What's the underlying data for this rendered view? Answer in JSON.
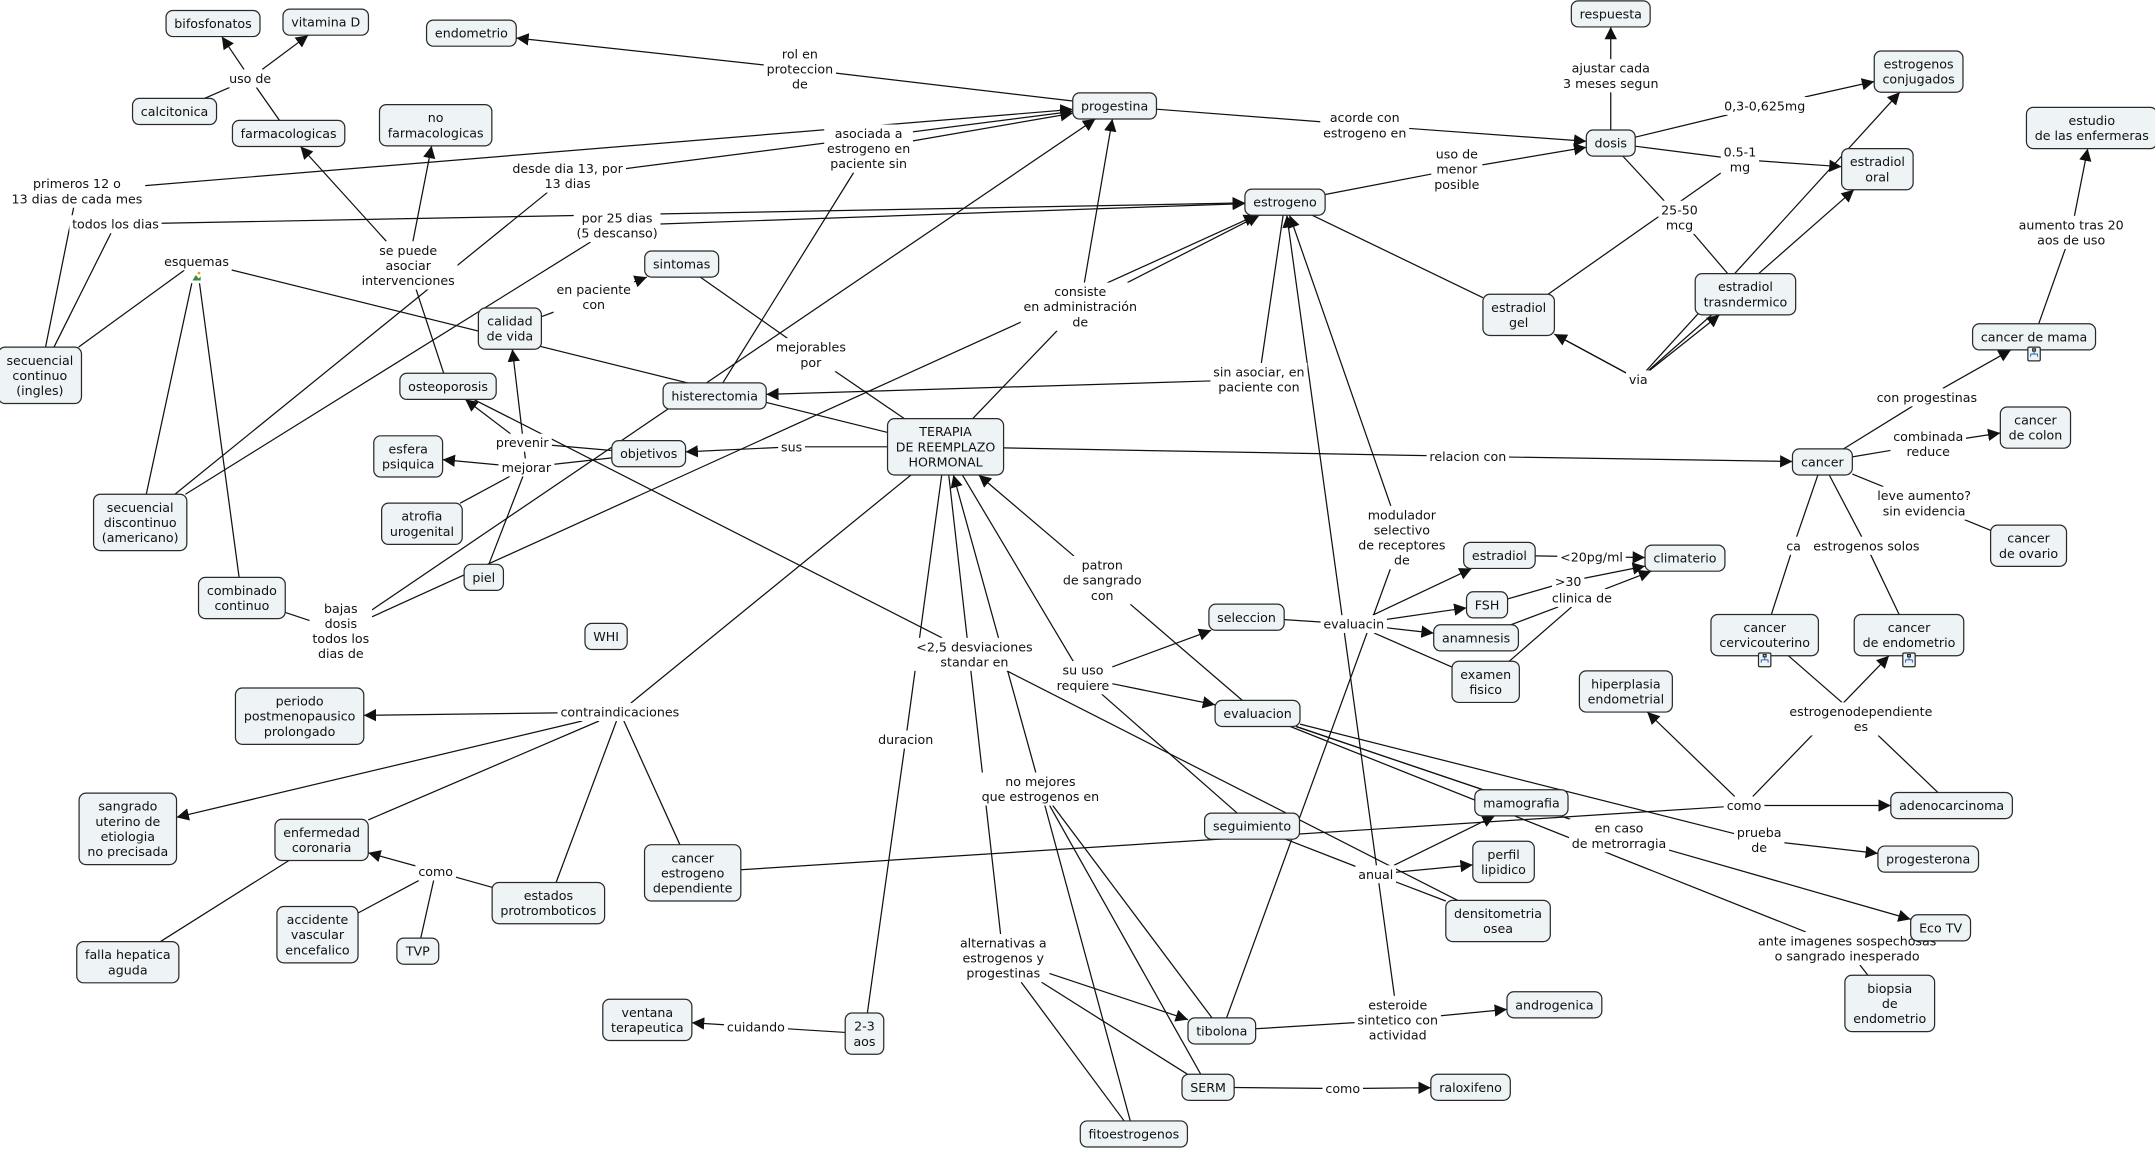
{
  "concepts": {
    "bifosfonatos": "bifosfonatos",
    "vitaminad": "vitamina D",
    "endometrio": "endometrio",
    "respuesta": "respuesta",
    "conjugados": "estrogenos\nconjugados",
    "enfermeras": "estudio\nde las enfermeras",
    "calcitonica": "calcitonica",
    "farmacologicas": "farmacologicas",
    "nofarmacologicas": "no\nfarmacologicas",
    "progestina": "progestina",
    "dosis": "dosis",
    "estradioloral": "estradiol\noral",
    "estrogeno": "estrogeno",
    "sintomas": "sintomas",
    "calidad": "calidad\nde vida",
    "estradiolgel": "estradiol\ngel",
    "trasndermico": "estradiol\ntrasndermico",
    "mama": "cancer de mama",
    "seccontinuo": "secuencial\ncontinuo\n(ingles)",
    "osteoporosis": "osteoporosis",
    "histerectomia": "histerectomia",
    "terapia": "TERAPIA\nDE REEMPLAZO\nHORMONAL",
    "objetivos": "objetivos",
    "esfera": "esfera\npsiquica",
    "colon": "cancer\nde colon",
    "cancer": "cancer",
    "atrofia": "atrofia\nurogenital",
    "secdiscontinuo": "secuencial\ndiscontinuo\n(americano)",
    "ovario": "cancer\nde ovario",
    "estradiol": "estradiol",
    "climaterio": "climaterio",
    "piel": "piel",
    "combinado": "combinado\ncontinuo",
    "fsh": "FSH",
    "seleccion": "seleccion",
    "anamnesis": "anamnesis",
    "whi": "WHI",
    "cervico": "cancer\ncervicouterino",
    "cendometrio": "cancer\nde endometrio",
    "examen": "examen\nfisico",
    "hiperplasia": "hiperplasia\nendometrial",
    "evaluacion": "evaluacion",
    "periodo": "periodo\npostmenopausico\nprolongado",
    "adenocarcinoma": "adenocarcinoma",
    "mamografia": "mamografia",
    "sangrado": "sangrado\nuterino de\netiologia\nno precisada",
    "seguimiento": "seguimiento",
    "coronaria": "enfermedad\ncoronaria",
    "perfil": "perfil\nlipidico",
    "progesterona": "progesterona",
    "cancerdep": "cancer\nestrogeno\ndependiente",
    "protromboticos": "estados\nprotromboticos",
    "densitometria": "densitometria\nosea",
    "accidente": "accidente\nvascular\nencefalico",
    "ecotv": "Eco TV",
    "tvp": "TVP",
    "falla": "falla hepatica\naguda",
    "biopsia": "biopsia\nde\nendometrio",
    "androgenica": "androgenica",
    "ventana": "ventana\nterapeutica",
    "aos": "2-3\naos",
    "tibolona": "tibolona",
    "serm": "SERM",
    "raloxifeno": "raloxifeno",
    "fitoestrogenos": "fitoestrogenos"
  },
  "phrases": {
    "usode": "uso de",
    "rolen": "rol en\nproteccion\nde",
    "ajustar": "ajustar cada\n3 meses segun",
    "acorde": "acorde con\nestrogeno en",
    "dosis1": "0,3-0,625mg",
    "dosis2": "0.5-1\nmg",
    "menor": "uso de\nmenor\nposible",
    "dosis3": "25-50\nmcg",
    "aumento": "aumento tras 20\naos de uso",
    "primeros": "primeros 12 o\n13 dias de cada mes",
    "desde": "desde dia 13, por\n13 dias",
    "asociada": "asociada a\nestrogeno en\npaciente sin",
    "todos": "todos los dias",
    "por25": "por 25 dias\n(5 descanso)",
    "esquemas": "esquemas",
    "sepuede": "se puede\nasociar\nintervenciones",
    "enpaciente": "en paciente\ncon",
    "consiste": "consiste\nen administración\nde",
    "mejorables": "mejorables\npor",
    "sinasociar": "sin asociar, en\npaciente con",
    "via": "via",
    "conprog": "con progestinas",
    "combinada": "combinada\nreduce",
    "sus": "sus",
    "relacion": "relacion con",
    "prevenir": "prevenir",
    "mejorar": "mejorar",
    "leve": "leve aumento?\nsin evidencia",
    "ca": "ca",
    "estsolos": "estrogenos solos",
    "modulador": "modulador\nselectivo\nde receptores\nde",
    "menor20": "<20pg/ml",
    "mayor30": ">30",
    "clinica": "clinica de",
    "patron": "patron\nde sangrado\ncon",
    "bajas": "bajas\ndosis\ntodos los\ndias de",
    "evaluacin": "evaluacin",
    "desviaciones": "<2,5 desviaciones\nstandar en",
    "suuso": "su uso\nrequiere",
    "estrodep": "estrogenodependiente\nes",
    "contra": "contraindicaciones",
    "duracion": "duracion",
    "nomejores": "no mejores\nque estrogenos en",
    "como1": "como",
    "metrorragia": "en caso\nde metrorragia",
    "prueba": "prueba\nde",
    "como2": "como",
    "anual": "anual",
    "ante": "ante imagenes sospechosas\no sangrado inesperado",
    "alternativas": "alternativas a\nestrogenos y\nprogestinas",
    "cuidando": "cuidando",
    "esteroide": "esteroide\nsintetico con\nactividad",
    "como3": "como"
  },
  "resource_icons": {
    "mama": "cmap-link-icon",
    "cervico": "cmap-link-icon",
    "cendometrio": "cmap-link-icon",
    "esquemas": "image-icon"
  },
  "links": [
    [
      "farmacologicas",
      "usode",
      0
    ],
    [
      "usode",
      "bifosfonatos",
      1
    ],
    [
      "usode",
      "vitaminad",
      1
    ],
    [
      "usode",
      "calcitonica",
      0
    ],
    [
      "progestina",
      "rolen",
      0
    ],
    [
      "rolen",
      "endometrio",
      1
    ],
    [
      "seccontinuo",
      "primeros",
      0
    ],
    [
      "primeros",
      "progestina",
      1
    ],
    [
      "seccontinuo",
      "todos",
      0
    ],
    [
      "todos",
      "estrogeno",
      1
    ],
    [
      "secdiscontinuo",
      "desde",
      0
    ],
    [
      "desde",
      "progestina",
      1
    ],
    [
      "secdiscontinuo",
      "por25",
      0
    ],
    [
      "por25",
      "estrogeno",
      1
    ],
    [
      "histerectomia",
      "asociada",
      0
    ],
    [
      "asociada",
      "progestina",
      1
    ],
    [
      "seccontinuo",
      "esquemas",
      0
    ],
    [
      "secdiscontinuo",
      "esquemas",
      0
    ],
    [
      "combinado",
      "esquemas",
      0
    ],
    [
      "esquemas",
      "terapia",
      0
    ],
    [
      "combinado",
      "bajas",
      0
    ],
    [
      "bajas",
      "estrogeno",
      1
    ],
    [
      "bajas",
      "progestina",
      1
    ],
    [
      "terapia",
      "sus",
      0
    ],
    [
      "sus",
      "objetivos",
      1
    ],
    [
      "objetivos",
      "prevenir",
      0
    ],
    [
      "prevenir",
      "osteoporosis",
      1
    ],
    [
      "objetivos",
      "mejorar",
      0
    ],
    [
      "mejorar",
      "esfera",
      1
    ],
    [
      "mejorar",
      "calidad",
      1
    ],
    [
      "mejorar",
      "atrofia",
      0
    ],
    [
      "mejorar",
      "piel",
      0
    ],
    [
      "osteoporosis",
      "sepuede",
      0
    ],
    [
      "sepuede",
      "farmacologicas",
      1
    ],
    [
      "sepuede",
      "nofarmacologicas",
      1
    ],
    [
      "calidad",
      "enpaciente",
      0
    ],
    [
      "enpaciente",
      "sintomas",
      1
    ],
    [
      "sintomas",
      "mejorables",
      0
    ],
    [
      "mejorables",
      "terapia",
      0
    ],
    [
      "terapia",
      "consiste",
      0
    ],
    [
      "consiste",
      "progestina",
      1
    ],
    [
      "consiste",
      "estrogeno",
      1
    ],
    [
      "estrogeno",
      "sinasociar",
      0
    ],
    [
      "sinasociar",
      "histerectomia",
      1
    ],
    [
      "estrogeno",
      "menor",
      0
    ],
    [
      "menor",
      "dosis",
      1
    ],
    [
      "progestina",
      "acorde",
      0
    ],
    [
      "acorde",
      "dosis",
      1
    ],
    [
      "dosis",
      "ajustar",
      0
    ],
    [
      "ajustar",
      "respuesta",
      1
    ],
    [
      "dosis",
      "dosis1",
      0
    ],
    [
      "dosis1",
      "conjugados",
      1
    ],
    [
      "dosis",
      "dosis2",
      0
    ],
    [
      "dosis2",
      "estradioloral",
      1
    ],
    [
      "estradiolgel",
      "dosis2",
      0
    ],
    [
      "dosis",
      "dosis3",
      0
    ],
    [
      "dosis3",
      "trasndermico",
      0
    ],
    [
      "estrogeno",
      "estradiolgel",
      0
    ],
    [
      "estradiolgel",
      "via",
      0
    ],
    [
      "via",
      "estradiolgel",
      1
    ],
    [
      "via",
      "trasndermico",
      1
    ],
    [
      "via",
      "conjugados",
      1
    ],
    [
      "via",
      "estradioloral",
      1
    ],
    [
      "terapia",
      "relacion",
      0
    ],
    [
      "relacion",
      "cancer",
      1
    ],
    [
      "cancer",
      "conprog",
      0
    ],
    [
      "conprog",
      "mama",
      1
    ],
    [
      "mama",
      "aumento",
      0
    ],
    [
      "aumento",
      "enfermeras",
      1
    ],
    [
      "cancer",
      "combinada",
      0
    ],
    [
      "combinada",
      "colon",
      1
    ],
    [
      "cancer",
      "leve",
      0
    ],
    [
      "leve",
      "ovario",
      0
    ],
    [
      "cancer",
      "ca",
      0
    ],
    [
      "ca",
      "cervico",
      0
    ],
    [
      "cancer",
      "estsolos",
      0
    ],
    [
      "estsolos",
      "cendometrio",
      0
    ],
    [
      "cancerdep",
      "como1",
      0
    ],
    [
      "como1",
      "hiperplasia",
      1
    ],
    [
      "como1",
      "cendometrio",
      1
    ],
    [
      "como1",
      "adenocarcinoma",
      1
    ],
    [
      "cervico",
      "estrodep",
      0
    ],
    [
      "estrodep",
      "adenocarcinoma",
      0
    ],
    [
      "tibolona",
      "modulador",
      0
    ],
    [
      "modulador",
      "estrogeno",
      1
    ],
    [
      "tibolona",
      "esteroide",
      0
    ],
    [
      "esteroide",
      "androgenica",
      1
    ],
    [
      "esteroide",
      "estrogeno",
      1
    ],
    [
      "serm",
      "como3",
      0
    ],
    [
      "como3",
      "raloxifeno",
      1
    ],
    [
      "terapia",
      "alternativas",
      0
    ],
    [
      "alternativas",
      "tibolona",
      1
    ],
    [
      "alternativas",
      "serm",
      0
    ],
    [
      "alternativas",
      "fitoestrogenos",
      0
    ],
    [
      "fitoestrogenos",
      "nomejores",
      0
    ],
    [
      "serm",
      "nomejores",
      0
    ],
    [
      "tibolona",
      "nomejores",
      0
    ],
    [
      "nomejores",
      "terapia",
      1
    ],
    [
      "evaluacion",
      "patron",
      0
    ],
    [
      "patron",
      "terapia",
      1
    ],
    [
      "terapia",
      "suuso",
      0
    ],
    [
      "suuso",
      "seleccion",
      1
    ],
    [
      "suuso",
      "evaluacion",
      1
    ],
    [
      "suuso",
      "seguimiento",
      0
    ],
    [
      "seleccion",
      "evaluacin",
      0
    ],
    [
      "evaluacin",
      "estradiol",
      1
    ],
    [
      "evaluacin",
      "fsh",
      1
    ],
    [
      "evaluacin",
      "anamnesis",
      1
    ],
    [
      "evaluacin",
      "examen",
      0
    ],
    [
      "estradiol",
      "menor20",
      0
    ],
    [
      "menor20",
      "climaterio",
      1
    ],
    [
      "fsh",
      "mayor30",
      0
    ],
    [
      "mayor30",
      "climaterio",
      1
    ],
    [
      "anamnesis",
      "clinica",
      0
    ],
    [
      "examen",
      "clinica",
      0
    ],
    [
      "clinica",
      "climaterio",
      1
    ],
    [
      "seguimiento",
      "anual",
      0
    ],
    [
      "anual",
      "mamografia",
      1
    ],
    [
      "anual",
      "perfil",
      1
    ],
    [
      "anual",
      "densitometria",
      0
    ],
    [
      "evaluacion",
      "mamografia",
      0
    ],
    [
      "evaluacion",
      "prueba",
      0
    ],
    [
      "prueba",
      "progesterona",
      1
    ],
    [
      "evaluacion",
      "metrorragia",
      0
    ],
    [
      "metrorragia",
      "ecotv",
      1
    ],
    [
      "evaluacion",
      "ante",
      0
    ],
    [
      "ante",
      "biopsia",
      0
    ],
    [
      "osteoporosis",
      "desviaciones",
      0
    ],
    [
      "desviaciones",
      "densitometria",
      0
    ],
    [
      "terapia",
      "contra",
      0
    ],
    [
      "contra",
      "periodo",
      1
    ],
    [
      "contra",
      "sangrado",
      1
    ],
    [
      "contra",
      "coronaria",
      0
    ],
    [
      "contra",
      "protromboticos",
      0
    ],
    [
      "contra",
      "cancerdep",
      0
    ],
    [
      "protromboticos",
      "como2",
      0
    ],
    [
      "como2",
      "coronaria",
      1
    ],
    [
      "como2",
      "accidente",
      0
    ],
    [
      "como2",
      "tvp",
      0
    ],
    [
      "coronaria",
      "falla",
      0
    ],
    [
      "terapia",
      "duracion",
      0
    ],
    [
      "duracion",
      "aos",
      0
    ],
    [
      "aos",
      "cuidando",
      0
    ],
    [
      "cuidando",
      "ventana",
      1
    ]
  ]
}
